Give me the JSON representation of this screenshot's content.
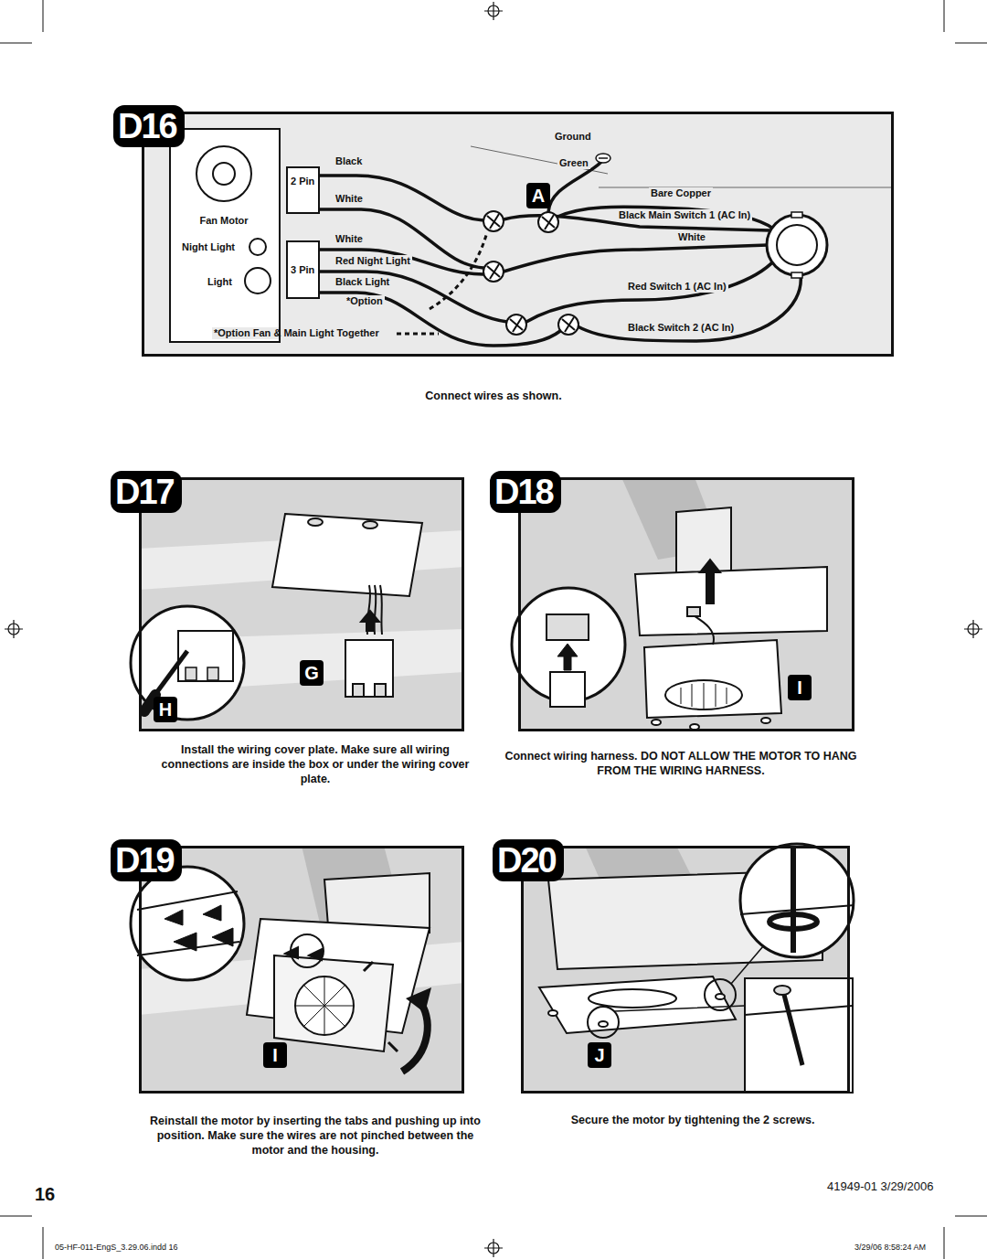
{
  "diagram": {
    "nodes": [
      {
        "text": [
          "D16"
        ]
      },
      {
        "text": [
          "Fan Motor",
          "Night Light",
          "Light"
        ],
        "in": 0
      },
      {
        "text": [
          "2 Pin"
        ],
        "in": 0
      },
      {
        "text": [
          "3 Pin"
        ],
        "in": 0
      },
      {
        "text": [
          "D17"
        ]
      },
      {
        "text": [
          "D18"
        ]
      },
      {
        "text": [
          "D19"
        ]
      },
      {
        "text": [
          "D20"
        ]
      }
    ],
    "labels": [
      "Black",
      "White",
      "White",
      "Red Night Light",
      "Black Light",
      "*Option",
      "*Option Fan & Main Light Together",
      "Ground",
      "Green",
      "A",
      "Bare Copper",
      "Black Main Switch 1 (AC In)",
      "White",
      "Red Switch 1 (AC In)",
      "Black Switch 2 (AC In)",
      "Connect wires as shown.",
      "G",
      "H",
      "Install the wiring cover plate. Make sure all wiring connections are inside the box or under the wiring cover plate.",
      "I",
      "Connect wiring harness. DO NOT ALLOW THE MOTOR TO HANG FROM THE WIRING HARNESS.",
      "I",
      "Reinstall the motor by inserting the tabs and pushing up into position. Make sure the wires are not pinched between the motor and the housing.",
      "J",
      "Secure the motor by tightening the 2 screws.",
      "16",
      "41949-01 3/29/2006",
      "05-HF-011-EngS_3.29.06.indd 16",
      "3/29/06 8:58:24 AM"
    ]
  }
}
